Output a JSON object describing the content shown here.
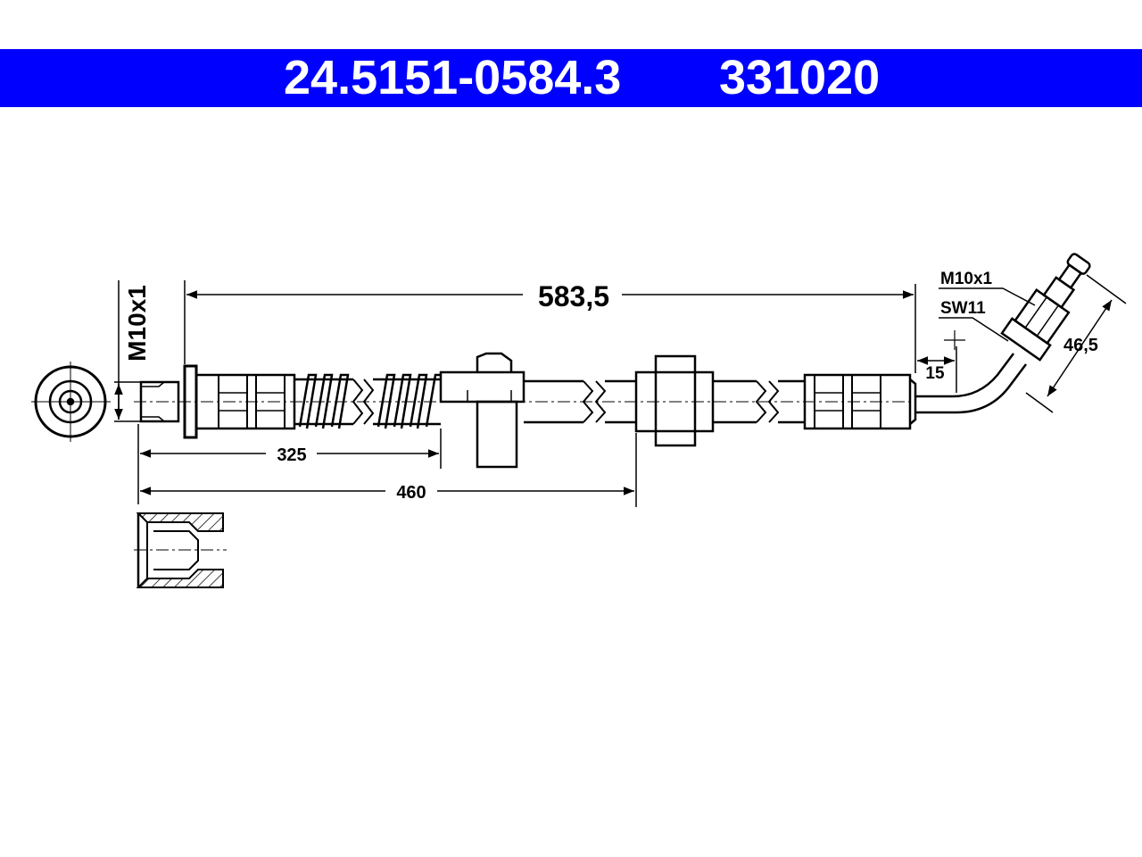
{
  "header": {
    "part_number": "24.5151-0584.3",
    "reference_number": "331020",
    "background_color": "#0000ff",
    "text_color": "#ffffff"
  },
  "dimensions": {
    "total_length": "583,5",
    "segment_1": "325",
    "segment_2": "460",
    "end_offset": "15",
    "fitting_length": "46,5",
    "left_thread": "M10x1",
    "right_thread": "M10x1",
    "right_wrench_size": "SW11"
  }
}
